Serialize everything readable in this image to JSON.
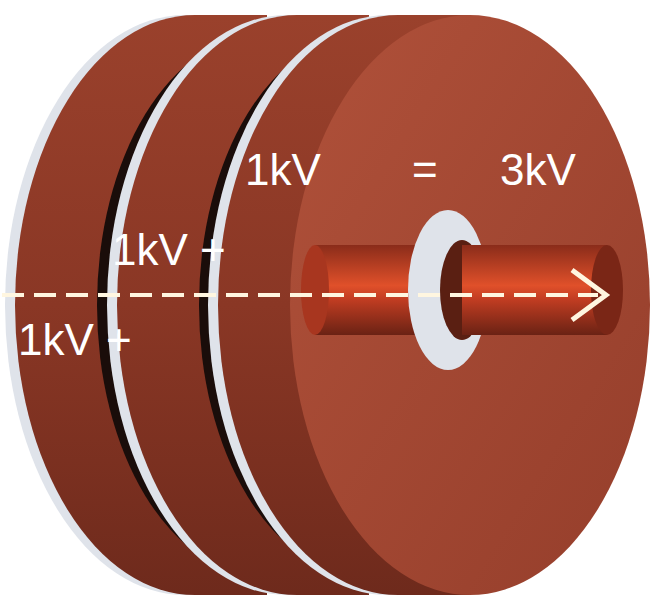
{
  "diagram": {
    "labels": [
      "1kV",
      "=",
      "3kV",
      "1kV +",
      "1kV +"
    ]
  }
}
